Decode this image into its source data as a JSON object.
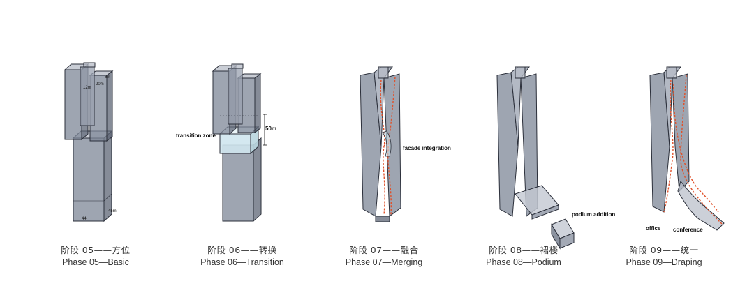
{
  "phases": [
    {
      "zh": "阶段 05——方位",
      "en": "Phase 05—Basic"
    },
    {
      "zh": "阶段 06——转换",
      "en": "Phase 06—Transition"
    },
    {
      "zh": "阶段 07——融合",
      "en": "Phase 07—Merging"
    },
    {
      "zh": "阶段 08——裙楼",
      "en": "Phase 08—Podium"
    },
    {
      "zh": "阶段 09——统一",
      "en": "Phase 09—Draping"
    }
  ],
  "annotations": {
    "dim_12m": "12m",
    "dim_20m": "20m",
    "dim_8m": "8m",
    "dim_45m": "45m",
    "dim_44": "44",
    "transition_zone": "transition zone",
    "dim_50m": "50m",
    "facade_integration": "facade integration",
    "podium_addition": "podium addition",
    "office": "office",
    "conference": "conference"
  },
  "colors": {
    "glass": "#7d8797",
    "glass_light": "#b7bcc7",
    "edge": "#2b2f3a",
    "accent": "#e0512a",
    "transition": "#cfe6ee"
  }
}
